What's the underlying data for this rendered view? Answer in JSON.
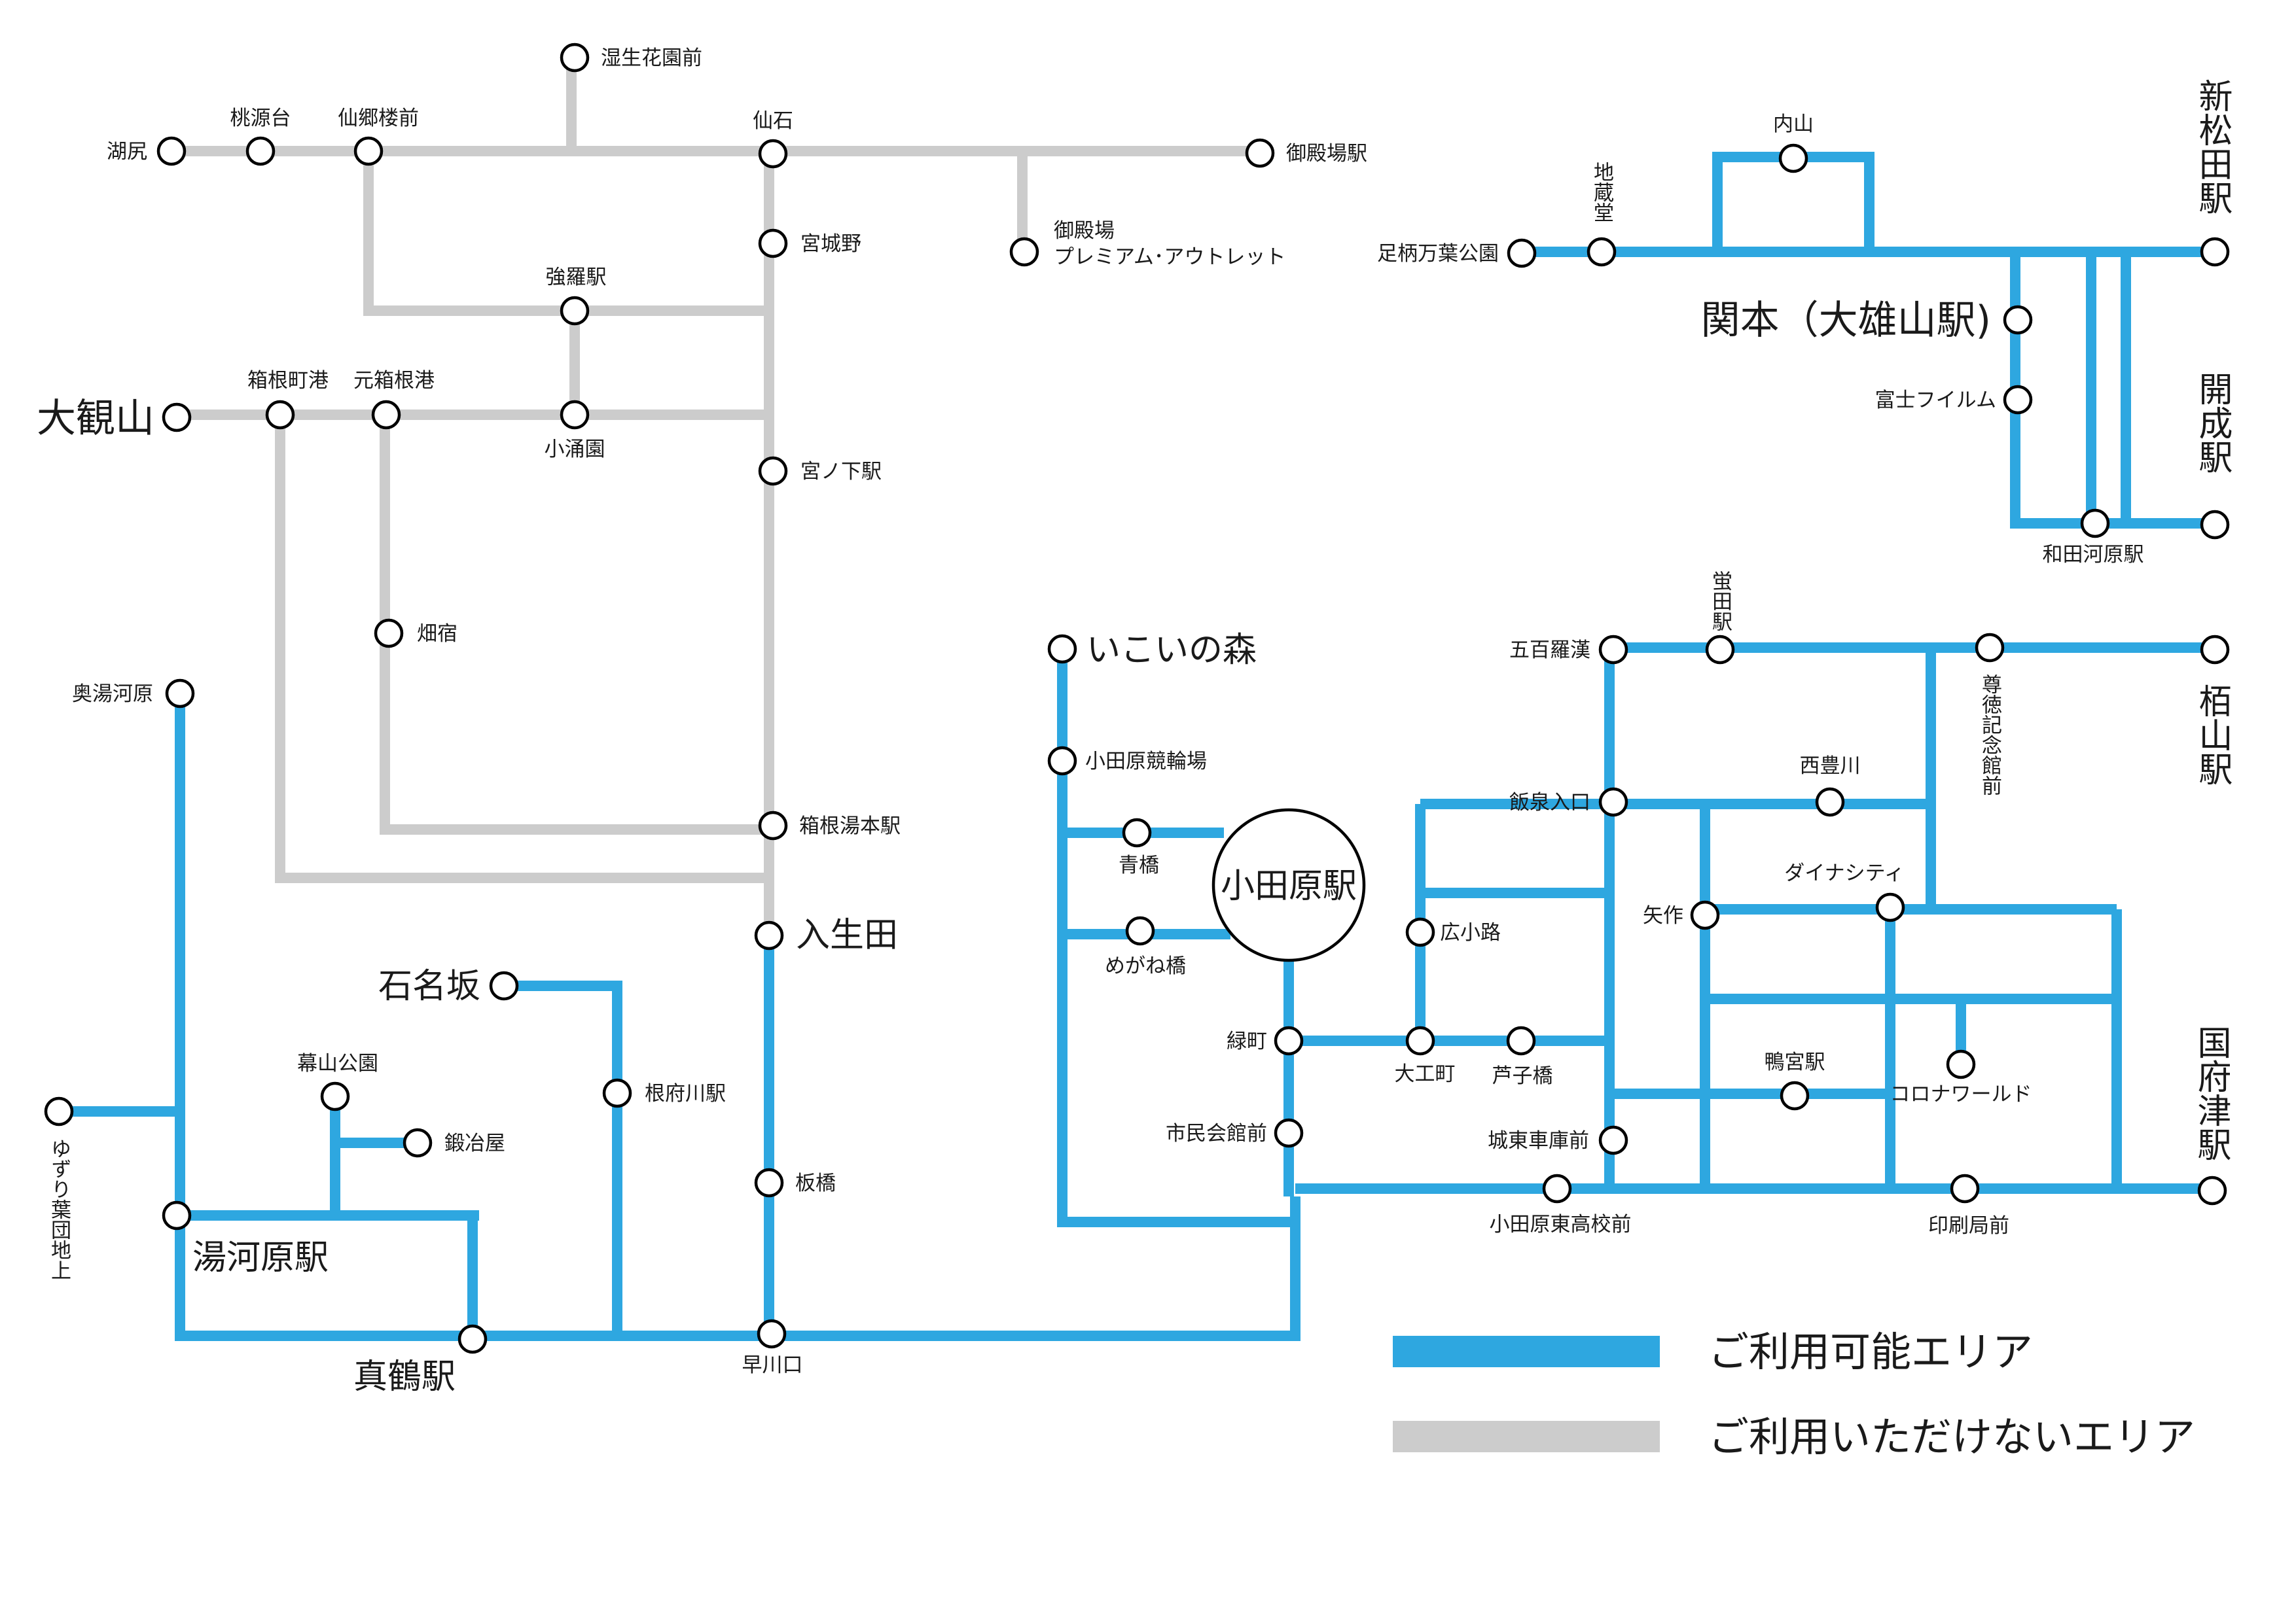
{
  "colors": {
    "available": "#2EA7E0",
    "unavailable": "#CCCCCC"
  },
  "legend": {
    "available": "ご利用可能エリア",
    "unavailable": "ご利用いただけないエリア"
  },
  "center_station": "小田原駅",
  "stops": {
    "yumoto_kaen_mae": "湿生花園前",
    "kojiri": "湖尻",
    "togendai": "桃源台",
    "senkyoro_mae": "仙郷楼前",
    "sengoku": "仙石",
    "gotemba_eki": "御殿場駅",
    "gotemba_outlet_1": "御殿場",
    "gotemba_outlet_2": "プレミアム･アウトレット",
    "miyagino": "宮城野",
    "gora_eki": "強羅駅",
    "daikanzan": "大観山",
    "hakonemachi_ko": "箱根町港",
    "motohakone_ko": "元箱根港",
    "kowakien": "小涌園",
    "miyanoshita_eki": "宮ノ下駅",
    "hatajuku": "畑宿",
    "hakone_yumoto_eki": "箱根湯本駅",
    "iriuda": "入生田",
    "okuyugawara": "奥湯河原",
    "yuzuriha_danchi": "ゆずり葉団地上",
    "yugawara_eki": "湯河原駅",
    "makuyama_koen": "幕山公園",
    "kajiya": "鍛冶屋",
    "ishinazaka": "石名坂",
    "nebukawa_eki": "根府川駅",
    "itabashi": "板橋",
    "manazuru_eki": "真鶴駅",
    "hayakawaguchi": "早川口",
    "ikoi_no_mori": "いこいの森",
    "keirinjo": "小田原競輪場",
    "aobashi": "青橋",
    "meganebashi": "めがね橋",
    "midoricho": "緑町",
    "shimin_kaikan_mae": "市民会館前",
    "daikucho": "大工町",
    "ashikobashi": "芦子橋",
    "hirokoji": "広小路",
    "johigashi_shako_mae": "城東車庫前",
    "odawara_higashi_koko_mae": "小田原東高校前",
    "insatsukyoku_mae": "印刷局前",
    "kozu_eki": "国府津駅",
    "gohyakurakan": "五百羅漢",
    "hotaruda_eki": "蛍田駅",
    "sontoku_kinenkan_mae": "尊徳記念館前",
    "kayama_eki": "栢山駅",
    "iizumi_iriguchi": "飯泉入口",
    "nishitoyokawa": "西豊川",
    "dynacity": "ダイナシティ",
    "yahagi": "矢作",
    "shinomiya_eki": "鴨宮駅",
    "corona_world": "コロナワールド",
    "ashigara_manyo_koen": "足柄万葉公園",
    "jizodo": "地蔵堂",
    "uchiyama": "内山",
    "shin_matsuda_eki": "新松田駅",
    "sekimoto": "関本（大雄山駅)",
    "fuji_film": "富士フイルム",
    "kaisei_eki": "開成駅",
    "wadagahara_eki": "和田河原駅"
  }
}
